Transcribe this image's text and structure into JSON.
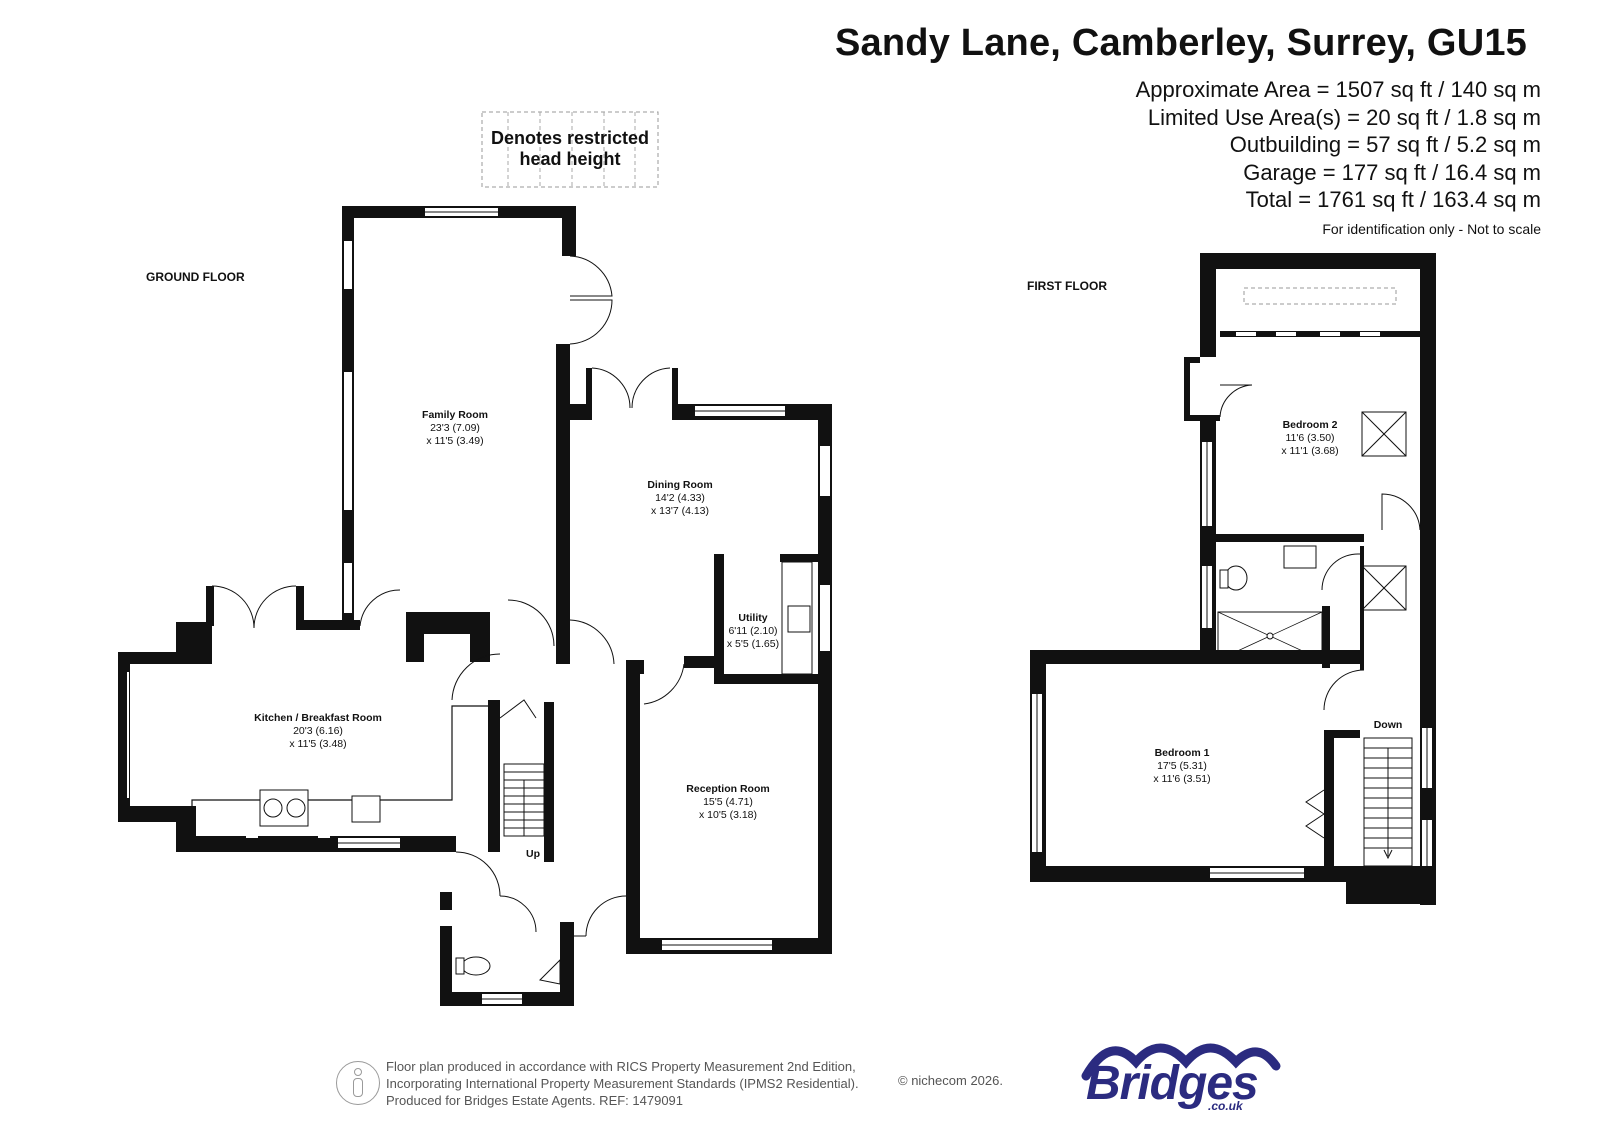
{
  "header": {
    "title": "Sandy Lane, Camberley, Surrey, GU15",
    "areas": [
      "Approximate Area = 1507 sq ft / 140 sq m",
      "Limited Use Area(s) = 20 sq ft / 1.8 sq m",
      "Outbuilding = 57 sq ft / 5.2 sq m",
      "Garage = 177 sq ft / 16.4 sq m",
      "Total = 1761 sq ft / 163.4 sq m"
    ],
    "note": "For identification only - Not to scale"
  },
  "legend": {
    "line1": "Denotes restricted",
    "line2": "head height"
  },
  "ground_floor": {
    "label": "GROUND FLOOR",
    "rooms": [
      {
        "name": "Family Room",
        "dim1": "23'3 (7.09)",
        "dim2": "x 11'5 (3.49)"
      },
      {
        "name": "Dining Room",
        "dim1": "14'2 (4.33)",
        "dim2": "x 13'7 (4.13)"
      },
      {
        "name": "Utility",
        "dim1": "6'11 (2.10)",
        "dim2": "x 5'5 (1.65)"
      },
      {
        "name": "Kitchen / Breakfast Room",
        "dim1": "20'3 (6.16)",
        "dim2": "x 11'5 (3.48)"
      },
      {
        "name": "Reception Room",
        "dim1": "15'5 (4.71)",
        "dim2": "x 10'5 (3.18)"
      }
    ],
    "stairs_label": "Up"
  },
  "first_floor": {
    "label": "FIRST FLOOR",
    "rooms": [
      {
        "name": "Bedroom 2",
        "dim1": "11'6 (3.50)",
        "dim2": "x 11'1 (3.68)"
      },
      {
        "name": "Bedroom 1",
        "dim1": "17'5 (5.31)",
        "dim2": "x 11'6 (3.51)"
      }
    ],
    "stairs_label": "Down"
  },
  "footer": {
    "lines": [
      "Floor plan produced in accordance with RICS Property Measurement 2nd Edition,",
      "Incorporating International Property Measurement Standards (IPMS2 Residential).",
      "Produced for Bridges Estate Agents.   REF: 1479091"
    ],
    "copyright": "© nichecom 2026.",
    "logo_text": "Bridges",
    "logo_sub": ".co.uk"
  }
}
